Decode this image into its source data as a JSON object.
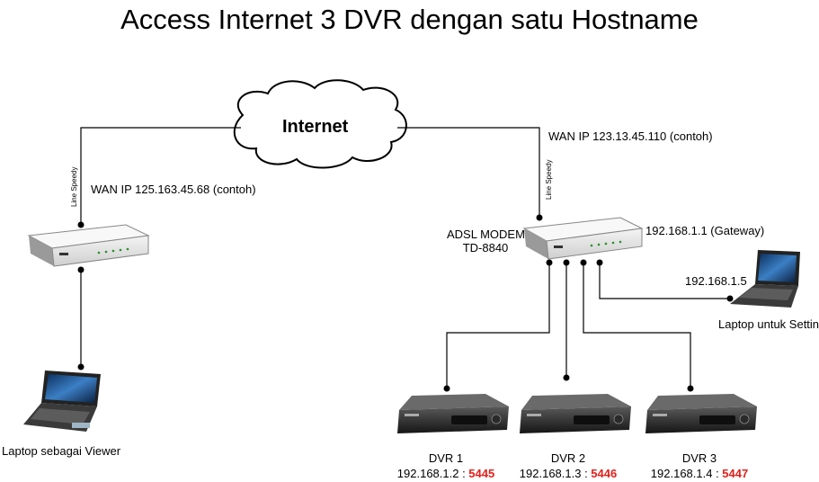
{
  "title": "Access Internet 3 DVR dengan satu Hostname",
  "cloud": {
    "label": "Internet"
  },
  "left": {
    "wan_ip": "WAN IP 125.163.45.68 (contoh)",
    "line_label": "Line Speedy",
    "laptop_label": "Laptop sebagai Viewer"
  },
  "right": {
    "wan_ip": "WAN IP 123.13.45.110 (contoh)",
    "line_label": "Line Speedy",
    "modem_name": "ADSL MODEM",
    "modem_model": "TD-8840",
    "gateway": "192.168.1.1 (Gateway)",
    "laptop_ip": "192.168.1.5",
    "laptop_label": "Laptop untuk Setting"
  },
  "dvrs": [
    {
      "name": "DVR 1",
      "ip": "192.168.1.2 : ",
      "port": "5445"
    },
    {
      "name": "DVR 2",
      "ip": "192.168.1.3 : ",
      "port": "5446"
    },
    {
      "name": "DVR 3",
      "ip": "192.168.1.4 : ",
      "port": "5447"
    }
  ],
  "colors": {
    "port": "#e3201b",
    "wire": "#000000"
  },
  "icons": [
    "cloud-icon",
    "router-icon",
    "laptop-icon",
    "dvr-icon"
  ]
}
